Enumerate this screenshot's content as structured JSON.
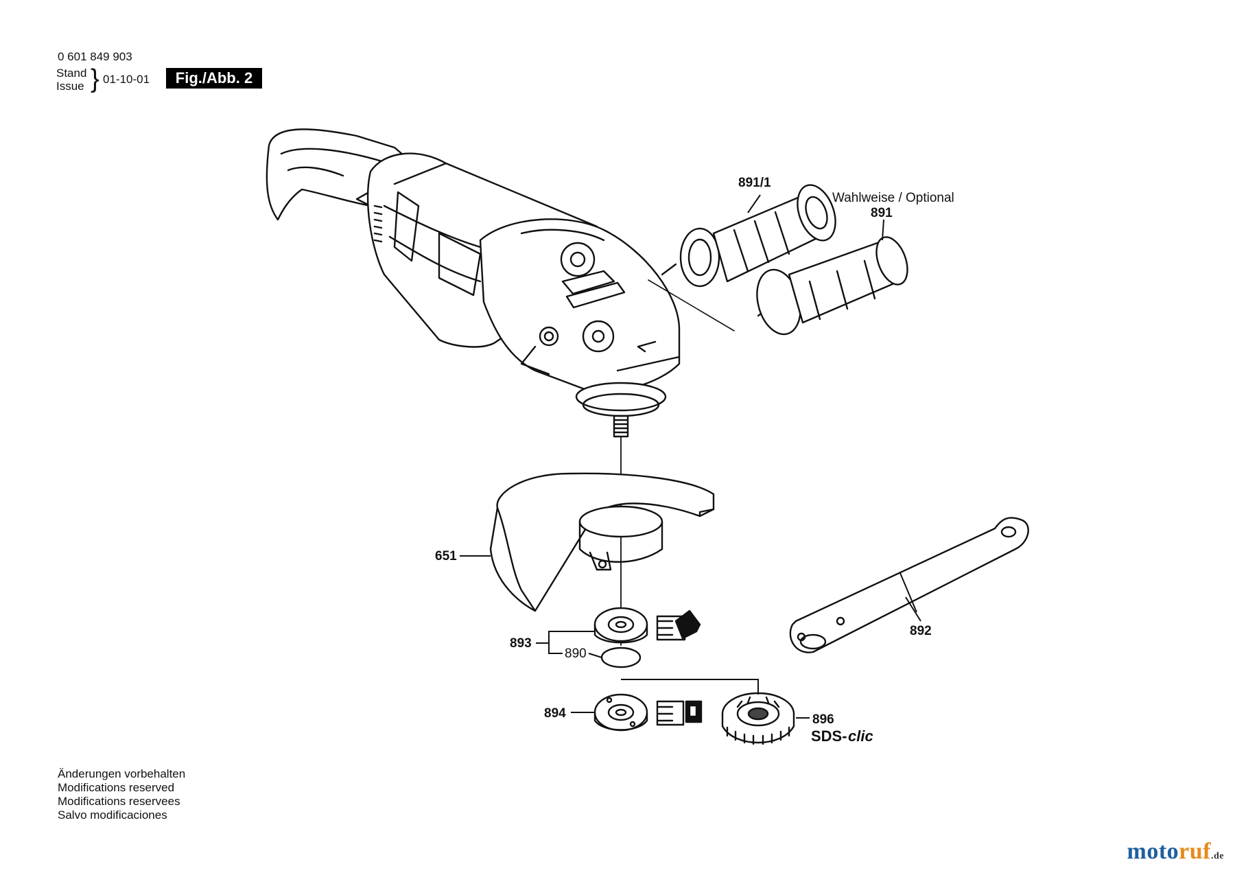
{
  "header": {
    "doc_number": "0 601 849 903",
    "stand_label": "Stand",
    "issue_label": "Issue",
    "date": "01-10-01",
    "figure_label": "Fig./Abb. 2"
  },
  "labels": {
    "p891_1": "891/1",
    "optional": "Wahlweise / Optional",
    "p891": "891",
    "p651": "651",
    "p892": "892",
    "p893": "893",
    "p890": "890",
    "p894": "894",
    "p896": "896",
    "sds": "SDS-",
    "clic": "clic"
  },
  "notes": [
    "Änderungen vorbehalten",
    "Modifications reserved",
    "Modifications reservees",
    "Salvo modificaciones"
  ],
  "brand": {
    "moto": "moto",
    "ruf": "ruf",
    "tld": ".de",
    "colors": {
      "moto": "#1e5fa0",
      "ruf": "#e6891c"
    }
  }
}
